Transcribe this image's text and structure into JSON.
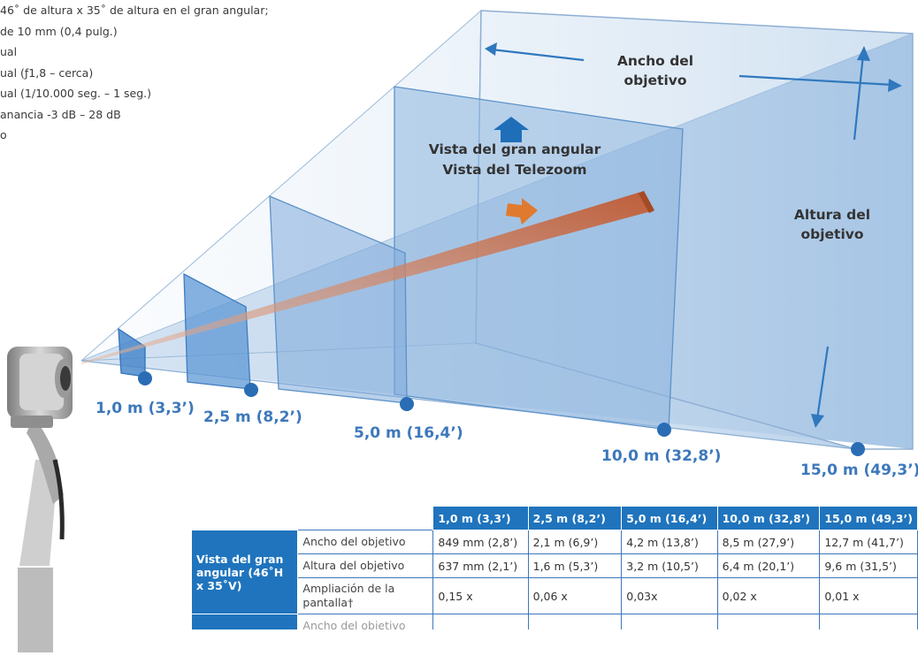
{
  "specs": [
    "46˚ de altura x 35˚ de altura en el gran angular;",
    "de 10 mm (0,4 pulg.)",
    "ual",
    "ual (ƒ1,8 – cerca)",
    "ual (1/10.000 seg. – 1 seg.)",
    "anancia -3 dB – 28 dB",
    "o"
  ],
  "diagram": {
    "label_width": "Ancho del\nobjetivo",
    "label_height": "Altura del\nobjetivo",
    "label_wide": "Vista del gran angular",
    "label_tele": "Vista del Telezoom",
    "distances": [
      "1,0 m (3,3’)",
      "2,5 m (8,2’)",
      "5,0 m (16,4’)",
      "10,0 m (32,8’)",
      "15,0 m (49,3’)"
    ],
    "colors": {
      "frame": "#2f78be",
      "dot": "#2a6db5",
      "beam": "#c8643c",
      "arrow_blue": "#1f6fb8",
      "arrow_orange": "#e07a2e"
    }
  },
  "table": {
    "headers": [
      "1,0 m (3,3’)",
      "2,5 m (8,2’)",
      "5,0 m (16,4’)",
      "10,0 m (32,8’)",
      "15,0 m (49,3’)"
    ],
    "group_label": "Vista del gran angular (46˚H x 35˚V)",
    "rows": [
      {
        "label": "Ancho del objetivo",
        "values": [
          "849 mm (2,8’)",
          "2,1 m (6,9’)",
          "4,2 m (13,8’)",
          "8,5 m (27,9’)",
          "12,7 m (41,7’)"
        ]
      },
      {
        "label": "Altura del objetivo",
        "values": [
          "637 mm (2,1’)",
          "1,6 m (5,3’)",
          "3,2 m (10,5’)",
          "6,4 m (20,1’)",
          "9,6 m (31,5’)"
        ]
      },
      {
        "label": "Ampliación de la pantalla†",
        "values": [
          "0,15 x",
          "0,06 x",
          "0,03x",
          "0,02 x",
          "0,01 x"
        ]
      }
    ],
    "next_row_label": "Ancho del objetivo"
  }
}
